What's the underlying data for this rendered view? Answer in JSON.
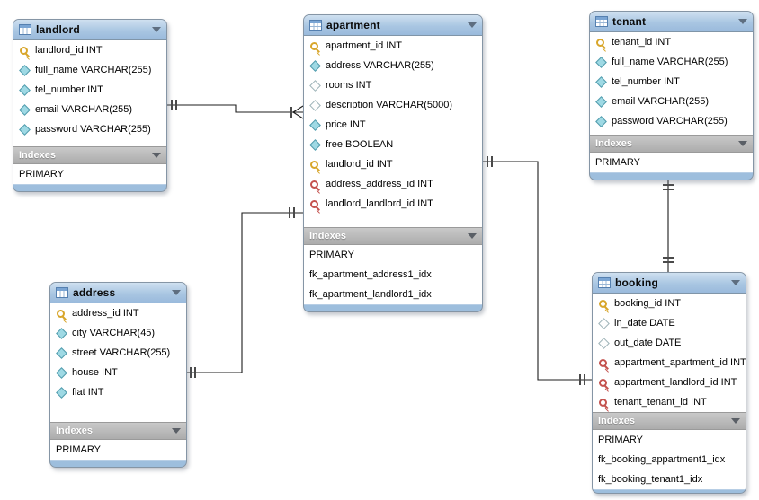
{
  "tables": [
    {
      "name": "landlord",
      "columns": [
        {
          "icon": "primary-key",
          "text": "landlord_id INT"
        },
        {
          "icon": "attribute",
          "text": "full_name VARCHAR(255)"
        },
        {
          "icon": "attribute",
          "text": "tel_number INT"
        },
        {
          "icon": "attribute",
          "text": "email VARCHAR(255)"
        },
        {
          "icon": "attribute",
          "text": "password VARCHAR(255)"
        }
      ],
      "indexes_label": "Indexes",
      "indexes": [
        "PRIMARY"
      ]
    },
    {
      "name": "apartment",
      "columns": [
        {
          "icon": "primary-key",
          "text": "apartment_id INT"
        },
        {
          "icon": "attribute",
          "text": "address VARCHAR(255)"
        },
        {
          "icon": "attribute-nullable",
          "text": "rooms INT"
        },
        {
          "icon": "attribute-nullable",
          "text": "description VARCHAR(5000)"
        },
        {
          "icon": "attribute",
          "text": "price INT"
        },
        {
          "icon": "attribute",
          "text": "free BOOLEAN"
        },
        {
          "icon": "primary-key",
          "text": "landlord_id INT"
        },
        {
          "icon": "foreign-key",
          "text": "address_address_id INT"
        },
        {
          "icon": "foreign-key",
          "text": "landlord_landlord_id INT"
        }
      ],
      "indexes_label": "Indexes",
      "indexes": [
        "PRIMARY",
        "fk_apartment_address1_idx",
        "fk_apartment_landlord1_idx"
      ]
    },
    {
      "name": "tenant",
      "columns": [
        {
          "icon": "primary-key",
          "text": "tenant_id INT"
        },
        {
          "icon": "attribute",
          "text": "full_name VARCHAR(255)"
        },
        {
          "icon": "attribute",
          "text": "tel_number INT"
        },
        {
          "icon": "attribute",
          "text": "email VARCHAR(255)"
        },
        {
          "icon": "attribute",
          "text": "password VARCHAR(255)"
        }
      ],
      "indexes_label": "Indexes",
      "indexes": [
        "PRIMARY"
      ]
    },
    {
      "name": "address",
      "columns": [
        {
          "icon": "primary-key",
          "text": "address_id INT"
        },
        {
          "icon": "attribute",
          "text": "city VARCHAR(45)"
        },
        {
          "icon": "attribute",
          "text": "street VARCHAR(255)"
        },
        {
          "icon": "attribute",
          "text": "house INT"
        },
        {
          "icon": "attribute",
          "text": "flat INT"
        }
      ],
      "indexes_label": "Indexes",
      "indexes": [
        "PRIMARY"
      ]
    },
    {
      "name": "booking",
      "columns": [
        {
          "icon": "primary-key",
          "text": "booking_id INT"
        },
        {
          "icon": "attribute-nullable",
          "text": "in_date DATE"
        },
        {
          "icon": "attribute-nullable",
          "text": "out_date DATE"
        },
        {
          "icon": "foreign-key",
          "text": "appartment_apartment_id INT"
        },
        {
          "icon": "foreign-key",
          "text": "appartment_landlord_id INT"
        },
        {
          "icon": "foreign-key",
          "text": "tenant_tenant_id INT"
        }
      ],
      "indexes_label": "Indexes",
      "indexes": [
        "PRIMARY",
        "fk_booking_appartment1_idx",
        "fk_booking_tenant1_idx"
      ]
    }
  ],
  "relationships": [
    {
      "from": "landlord",
      "to": "apartment",
      "notation": "one-to-many"
    },
    {
      "from": "address",
      "to": "apartment",
      "notation": "one-to-one"
    },
    {
      "from": "apartment",
      "to": "booking",
      "notation": "one-to-one"
    },
    {
      "from": "tenant",
      "to": "booking",
      "notation": "one-to-one"
    }
  ],
  "colors": {
    "table_header": "#a9c6e2",
    "indexes_header": "#b5b5b5",
    "primary_key_icon": "#d8a62b",
    "foreign_key_icon": "#c4524e",
    "attribute_icon": "#9ed9e4",
    "connector_line": "#1c1c1c"
  }
}
